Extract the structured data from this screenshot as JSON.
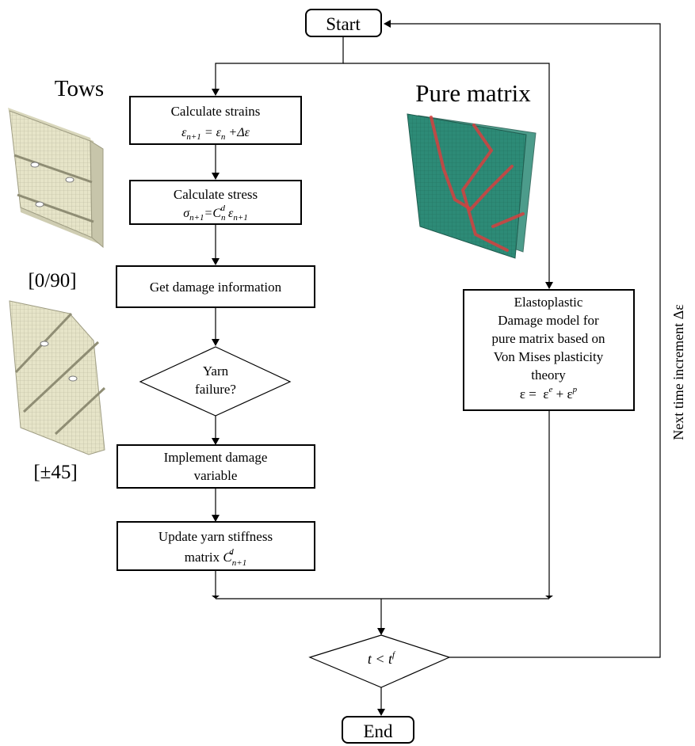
{
  "labels": {
    "tows": "Tows",
    "pure_matrix": "Pure matrix",
    "layup_0_90": "[0/90]",
    "layup_pm45": "[±45]",
    "side_loop": "Next time increment Δε"
  },
  "nodes": {
    "start": "Start",
    "calc_strains": {
      "line1": "Calculate strains",
      "line2": "ε_{n+1} = ε_n + Δε"
    },
    "calc_stress": {
      "line1": "Calculate stress",
      "line2": "σ_{n+1} = C_n^d ε_{n+1}"
    },
    "damage_info": "Get damage information",
    "yarn_failure": {
      "line1": "Yarn",
      "line2": "failure?"
    },
    "implement_damage": {
      "line1": "Implement damage",
      "line2": "variable"
    },
    "update_stiffness": {
      "line1": "Update yarn stiffness",
      "line2": "matrix C_{n+1}^d"
    },
    "elastoplastic": {
      "line1": "Elastoplastic",
      "line2": "Damage model for",
      "line3": "pure matrix based on",
      "line4": "Von Mises plasticity",
      "line5": "theory",
      "line6": "ε = ε^e + ε^p"
    },
    "time_check": "t < t^f",
    "end": "End"
  }
}
